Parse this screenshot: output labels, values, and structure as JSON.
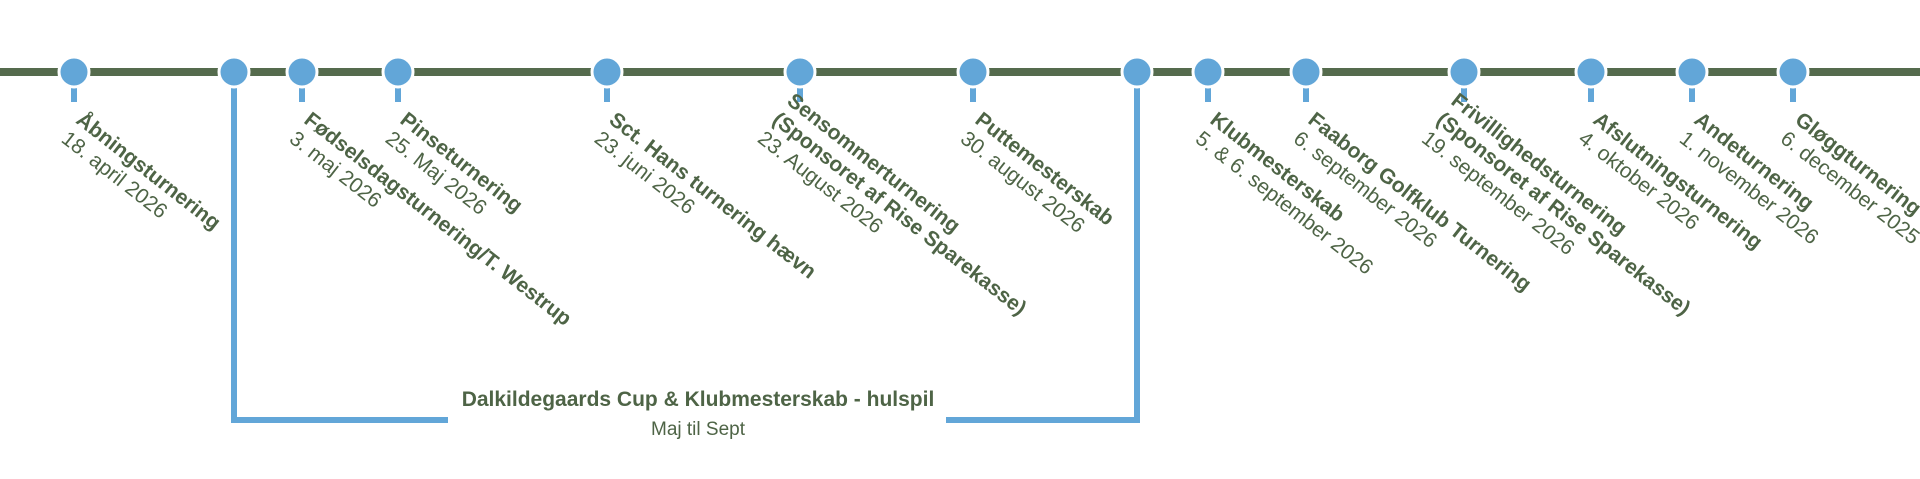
{
  "colors": {
    "line": "#556b4d",
    "marker": "#62a6d8",
    "text": "#4e6446",
    "background": "#ffffff"
  },
  "events": [
    {
      "name": "Åbningsturnering",
      "date": "18. april 2026"
    },
    {
      "name": "Fødselsdagsturnering/T. Westrup",
      "date": "3. maj 2026"
    },
    {
      "name": "Pinseturnering",
      "date": "25. Maj 2026"
    },
    {
      "name": "Sct. Hans turnering hævn",
      "date": "23. juni 2026"
    },
    {
      "name": "Sensommerturnering\n(Sponsoret af Rise Sparekasse)",
      "date": "23. August 2026"
    },
    {
      "name": "Puttemesterskab",
      "date": "30. august 2026"
    },
    {
      "name": "Klubmesterskab",
      "date": "5. & 6. september 2026"
    },
    {
      "name": "Faaborg Golfklub Turnering",
      "date": "6. september 2026"
    },
    {
      "name": "Frivillighedsturnering\n(Sponsoret af Rise Sparekasse)",
      "date": "19. september 2026"
    },
    {
      "name": "Afslutningsturnering",
      "date": "4. oktober 2026"
    },
    {
      "name": "Andeturnering",
      "date": "1. november 2026"
    },
    {
      "name": "Gløggturnering",
      "date": "6. december 2025"
    }
  ],
  "cup": {
    "title": "Dalkildegaards Cup & Klubmesterskab - hulspil",
    "subtitle": "Maj til Sept"
  }
}
